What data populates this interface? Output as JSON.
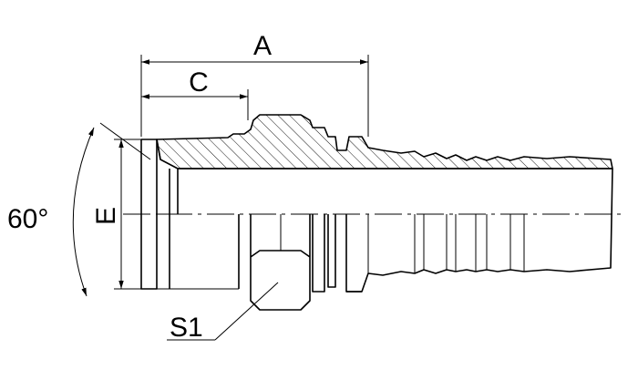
{
  "labels": {
    "a": "A",
    "c": "C",
    "e": "E",
    "angle": "60°",
    "s1": "S1"
  },
  "colors": {
    "line": "#000000",
    "background": "#ffffff"
  }
}
